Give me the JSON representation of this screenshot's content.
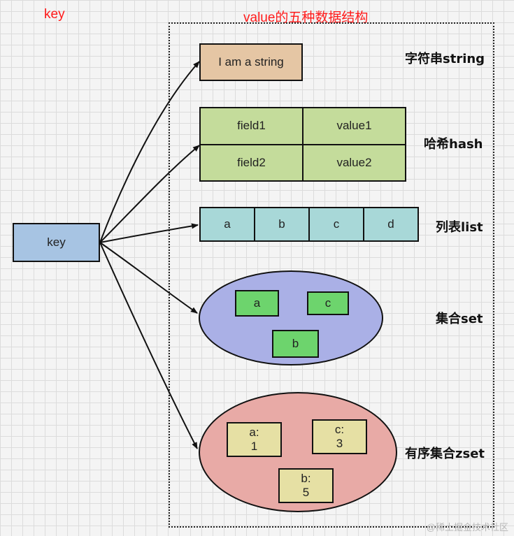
{
  "header": {
    "key_label": "key",
    "value_label": "value的五种数据结构"
  },
  "key_node": {
    "label": "key"
  },
  "string": {
    "value": "I am a string",
    "type_label": "字符串string"
  },
  "hash": {
    "rows": [
      {
        "field": "field1",
        "value": "value1"
      },
      {
        "field": "field2",
        "value": "value2"
      }
    ],
    "type_label": "哈希hash"
  },
  "list": {
    "items": [
      "a",
      "b",
      "c",
      "d"
    ],
    "type_label": "列表list"
  },
  "set": {
    "members": [
      "a",
      "c",
      "b"
    ],
    "type_label": "集合set"
  },
  "zset": {
    "members": [
      {
        "member": "a:",
        "score": "1"
      },
      {
        "member": "c:",
        "score": "3"
      },
      {
        "member": "b:",
        "score": "5"
      }
    ],
    "type_label": "有序集合zset"
  },
  "watermark": "@稀土掘金技术社区",
  "colors": {
    "string_fill": "#e5c6a4",
    "hash_fill": "#c4dc9b",
    "list_fill": "#a8d8d8",
    "set_fill": "#aab0e6",
    "set_member_fill": "#6dd46d",
    "zset_fill": "#e8aaa6",
    "zset_member_fill": "#e6e0a4",
    "key_fill": "#a7c4e3",
    "accent": "#ff1a1a"
  }
}
